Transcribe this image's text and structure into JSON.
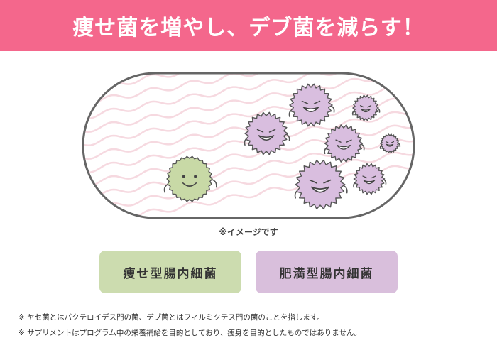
{
  "header": {
    "title": "痩せ菌を増やし、デブ菌を減らす！"
  },
  "illustration": {
    "caption": "※イメージです"
  },
  "buttons": {
    "lean": "痩せ型腸内細菌",
    "obese": "肥満型腸内細菌"
  },
  "notes": [
    "※ ヤセ菌とはバクテロイデス門の菌、デブ菌とはフィルミクテス門の菌のことを指します。",
    "※ サプリメントはプログラム中の栄養補給を目的としており、痩身を目的としたものではありません。"
  ],
  "colors": {
    "banner": "#F4678C",
    "lean_bacteria": "#C8D9A6",
    "obese_bacteria": "#D9BEDF",
    "lean_button": "#CCDCAF",
    "obese_button": "#D9BFDC",
    "capsule_border": "#666666",
    "wave": "#F6D9E0"
  },
  "icons": {
    "lean_bacterium": "smiling-green-bacterium-icon",
    "obese_bacterium": "grinning-purple-bacterium-icon"
  }
}
